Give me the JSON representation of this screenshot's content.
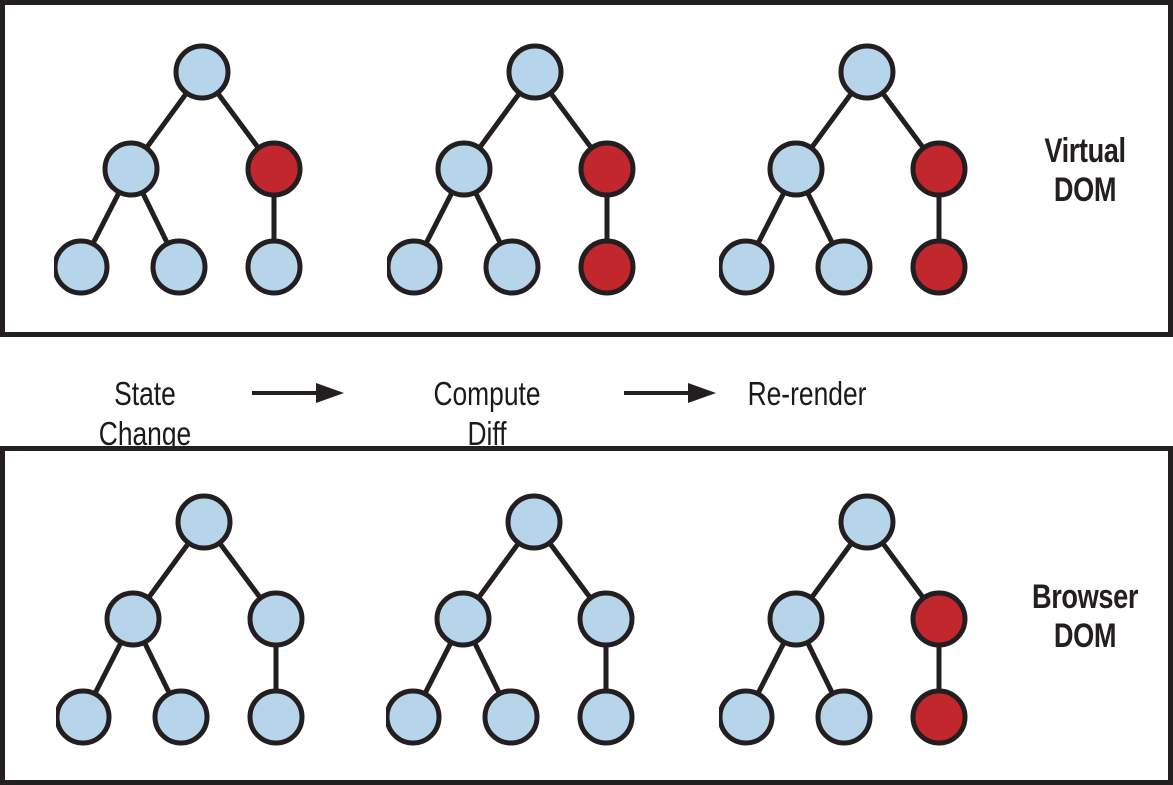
{
  "colors": {
    "blue": "#B7D5EA",
    "red": "#C1272D",
    "line": "#231F20"
  },
  "virtual_dom": {
    "label_line1": "Virtual",
    "label_line2": "DOM",
    "trees": [
      {
        "root": "blue",
        "mid_left": "blue",
        "mid_right": "red",
        "leaf_left": "blue",
        "leaf_mid": "blue",
        "leaf_right": "blue"
      },
      {
        "root": "blue",
        "mid_left": "blue",
        "mid_right": "red",
        "leaf_left": "blue",
        "leaf_mid": "blue",
        "leaf_right": "red"
      },
      {
        "root": "blue",
        "mid_left": "blue",
        "mid_right": "red",
        "leaf_left": "blue",
        "leaf_mid": "blue",
        "leaf_right": "red"
      }
    ]
  },
  "browser_dom": {
    "label_line1": "Browser",
    "label_line2": "DOM",
    "trees": [
      {
        "root": "blue",
        "mid_left": "blue",
        "mid_right": "blue",
        "leaf_left": "blue",
        "leaf_mid": "blue",
        "leaf_right": "blue"
      },
      {
        "root": "blue",
        "mid_left": "blue",
        "mid_right": "blue",
        "leaf_left": "blue",
        "leaf_mid": "blue",
        "leaf_right": "blue"
      },
      {
        "root": "blue",
        "mid_left": "blue",
        "mid_right": "red",
        "leaf_left": "blue",
        "leaf_mid": "blue",
        "leaf_right": "red"
      }
    ]
  },
  "flow": {
    "steps": [
      "State Change",
      "Compute Diff",
      "Re-render"
    ]
  }
}
